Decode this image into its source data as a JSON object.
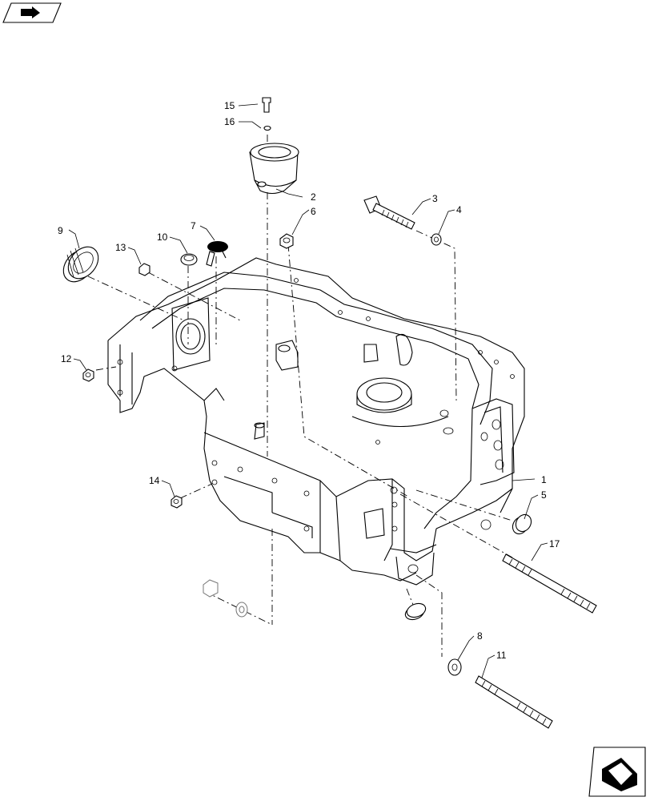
{
  "diagram": {
    "callouts": [
      "1",
      "2",
      "3",
      "4",
      "5",
      "6",
      "7",
      "8",
      "9",
      "10",
      "11",
      "12",
      "13",
      "14",
      "15",
      "16",
      "17"
    ]
  },
  "icons": {
    "top_left": "previous-page-icon",
    "bottom_right": "next-page-icon"
  }
}
